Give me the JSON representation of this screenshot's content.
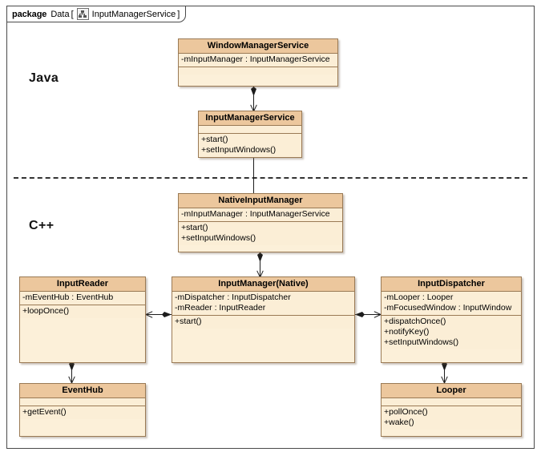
{
  "package": {
    "keyword": "package",
    "name": "Data",
    "bracket_open": "[",
    "icon": "package-diagram-icon",
    "diagram_name": "InputManagerService",
    "bracket_close": "]"
  },
  "layers": [
    {
      "id": "java",
      "label": "Java"
    },
    {
      "id": "cpp",
      "label": "C++"
    }
  ],
  "divider": {
    "style": "dashed",
    "name": "java-cpp-boundary"
  },
  "colors": {
    "class_header": "#ecc79d",
    "class_body": "#fbeed6",
    "class_border": "#9a7a55",
    "line": "#1d1d1d",
    "frame_border": "#4a4a4a",
    "page_background": "#ffffff"
  },
  "classes": [
    {
      "id": "window-manager-service",
      "name": "WindowManagerService",
      "attributes": [
        "-mInputManager : InputManagerService"
      ],
      "operations": []
    },
    {
      "id": "input-manager-service",
      "name": "InputManagerService",
      "attributes": [],
      "operations": [
        "+start()",
        "+setInputWindows()"
      ]
    },
    {
      "id": "native-input-manager",
      "name": "NativeInputManager",
      "attributes": [
        "-mInputManager : InputManagerService"
      ],
      "operations": [
        "+start()",
        "+setInputWindows()"
      ]
    },
    {
      "id": "input-reader",
      "name": "InputReader",
      "attributes": [
        "-mEventHub : EventHub"
      ],
      "operations": [
        "+loopOnce()"
      ]
    },
    {
      "id": "input-manager-native",
      "name": "InputManager(Native)",
      "attributes": [
        "-mDispatcher : InputDispatcher",
        "-mReader : InputReader"
      ],
      "operations": [
        "+start()"
      ]
    },
    {
      "id": "input-dispatcher",
      "name": "InputDispatcher",
      "attributes": [
        "-mLooper : Looper",
        "-mFocusedWindow : InputWindow"
      ],
      "operations": [
        "+dispatchOnce()",
        "+notifyKey()",
        "+setInputWindows()"
      ]
    },
    {
      "id": "event-hub",
      "name": "EventHub",
      "attributes": [],
      "operations": [
        "+getEvent()"
      ]
    },
    {
      "id": "looper",
      "name": "Looper",
      "attributes": [],
      "operations": [
        "+pollOnce()",
        "+wake()"
      ]
    }
  ],
  "relations": [
    {
      "from": "window-manager-service",
      "to": "input-manager-service",
      "type": "composition"
    },
    {
      "from": "input-manager-service",
      "to": "native-input-manager",
      "type": "association"
    },
    {
      "from": "native-input-manager",
      "to": "input-manager-native",
      "type": "composition"
    },
    {
      "from": "input-manager-native",
      "to": "input-reader",
      "type": "composition"
    },
    {
      "from": "input-manager-native",
      "to": "input-dispatcher",
      "type": "composition"
    },
    {
      "from": "input-reader",
      "to": "event-hub",
      "type": "composition"
    },
    {
      "from": "input-dispatcher",
      "to": "looper",
      "type": "composition"
    }
  ]
}
